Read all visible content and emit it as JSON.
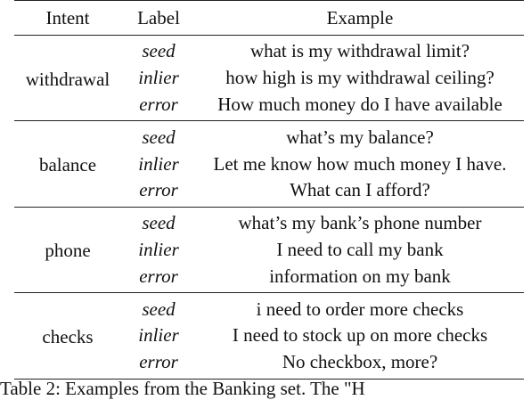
{
  "table": {
    "headers": {
      "intent": "Intent",
      "label": "Label",
      "example": "Example"
    },
    "groups": [
      {
        "intent": "withdrawal",
        "rows": [
          {
            "label": "seed",
            "example": "what is my withdrawal limit?"
          },
          {
            "label": "inlier",
            "example": "how high is my withdrawal ceiling?"
          },
          {
            "label": "error",
            "example": "How much money do I have available"
          }
        ]
      },
      {
        "intent": "balance",
        "rows": [
          {
            "label": "seed",
            "example": "what’s my balance?"
          },
          {
            "label": "inlier",
            "example": "Let me know how much money I have."
          },
          {
            "label": "error",
            "example": "What can I afford?"
          }
        ]
      },
      {
        "intent": "phone",
        "rows": [
          {
            "label": "seed",
            "example": "what’s my bank’s phone number"
          },
          {
            "label": "inlier",
            "example": "I need to call my bank"
          },
          {
            "label": "error",
            "example": "information on my bank"
          }
        ]
      },
      {
        "intent": "checks",
        "rows": [
          {
            "label": "seed",
            "example": "i need to order more checks"
          },
          {
            "label": "inlier",
            "example": "I need to stock up on more checks"
          },
          {
            "label": "error",
            "example": "No checkbox, more?"
          }
        ]
      }
    ]
  },
  "caption": {
    "text": "Table 2:  Examples from the Banking set.  The \"H"
  }
}
